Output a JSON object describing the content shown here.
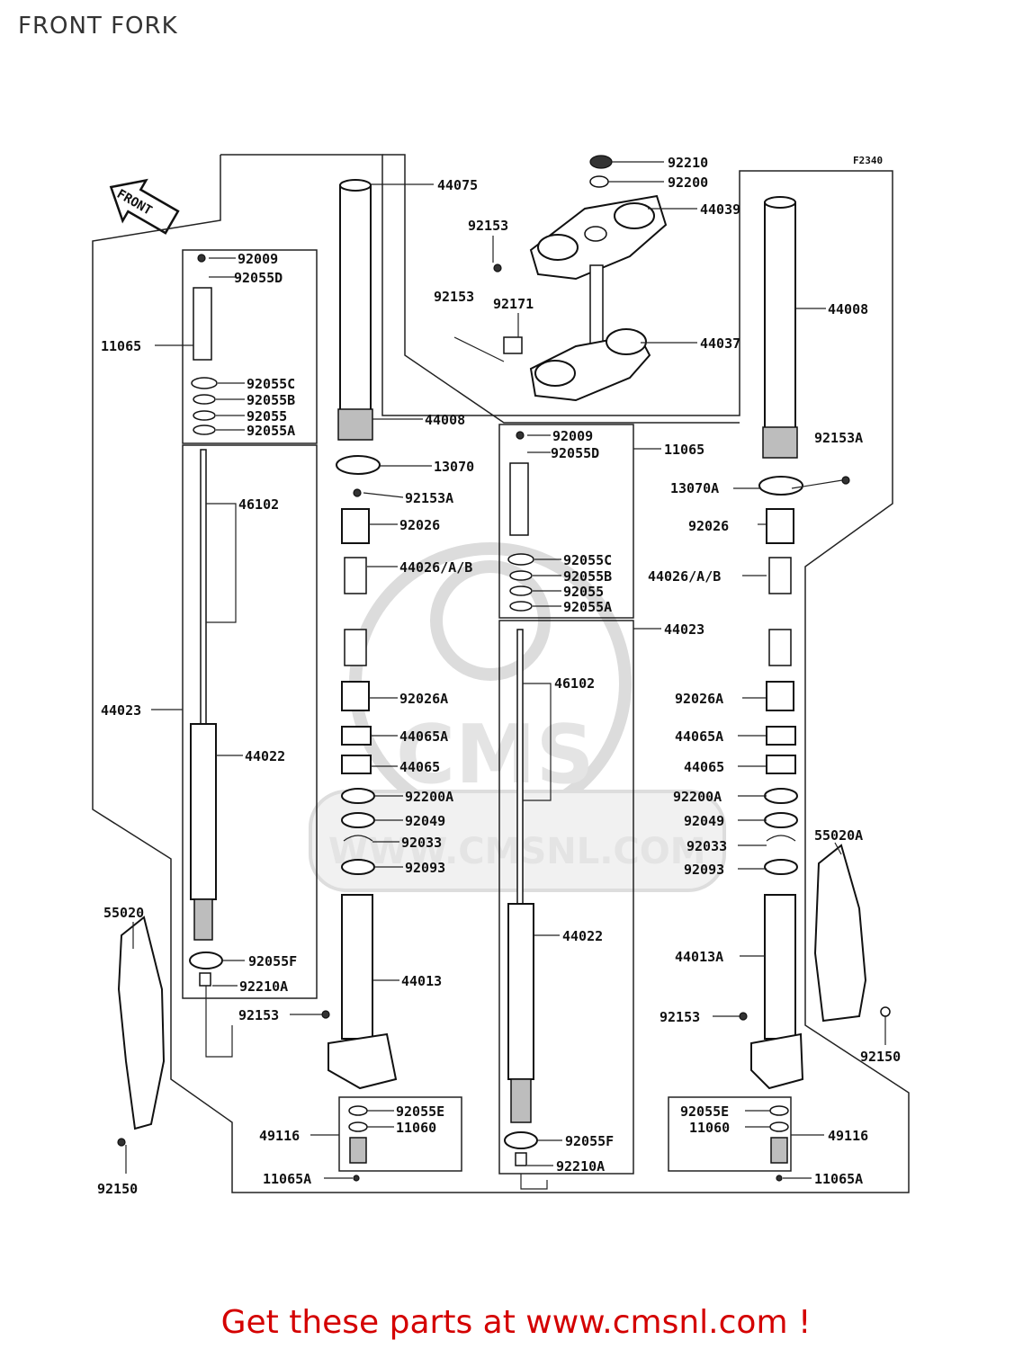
{
  "page_title": "FRONT FORK",
  "figure_code": "F2340",
  "front_arrow_text": "FRONT",
  "watermark": {
    "logo_text": "CMS",
    "url_text": "WWW.CMSNL.COM"
  },
  "footer": "Get these parts at www.cmsnl.com !",
  "callouts": {
    "c92210": "92210",
    "c92200": "92200",
    "c44039": "44039",
    "c92153_top": "92153",
    "c92153_mid": "92153",
    "c92171": "92171",
    "c44037": "44037",
    "c44075": "44075",
    "c44008_l": "44008",
    "c44008_r": "44008",
    "c13070": "13070",
    "c13070a": "13070A",
    "c92153a_l": "92153A",
    "c92153a_r": "92153A",
    "c92026_l": "92026",
    "c92026_r": "92026",
    "c44026_l": "44026/A/B",
    "c44026_r": "44026/A/B",
    "c92026a_l": "92026A",
    "c92026a_r": "92026A",
    "c44065a_l": "44065A",
    "c44065a_r": "44065A",
    "c44065_l": "44065",
    "c44065_r": "44065",
    "c92200a_l": "92200A",
    "c92200a_r": "92200A",
    "c92049_l": "92049",
    "c92049_r": "92049",
    "c92033_l": "92033",
    "c92033_r": "92033",
    "c92093_l": "92093",
    "c92093_r": "92093",
    "c44013": "44013",
    "c44013a": "44013A",
    "lk_92009": "92009",
    "lk_92055d": "92055D",
    "lk_11065": "11065",
    "lk_92055c": "92055C",
    "lk_92055b": "92055B",
    "lk_92055": "92055",
    "lk_92055a": "92055A",
    "ck_92009": "92009",
    "ck_92055d": "92055D",
    "ck_11065": "11065",
    "ck_92055c": "92055C",
    "ck_92055b": "92055B",
    "ck_92055": "92055",
    "ck_92055a": "92055A",
    "lc_46102": "46102",
    "lc_44023": "44023",
    "lc_44022": "44022",
    "lc_92055f": "92055F",
    "lc_92210a": "92210A",
    "cc_44023": "44023",
    "cc_46102": "46102",
    "cc_44022": "44022",
    "cc_92055f": "92055F",
    "cc_92210a": "92210A",
    "c55020": "55020",
    "c55020a": "55020A",
    "c92150_l": "92150",
    "c92150_r": "92150",
    "c92153_ll": "92153",
    "c92153_lr": "92153",
    "lb_92055e": "92055E",
    "lb_11060": "11060",
    "lb_49116": "49116",
    "lb_11065a": "11065A",
    "rb_92055e": "92055E",
    "rb_11060": "11060",
    "rb_49116": "49116",
    "rb_11065a": "11065A"
  }
}
